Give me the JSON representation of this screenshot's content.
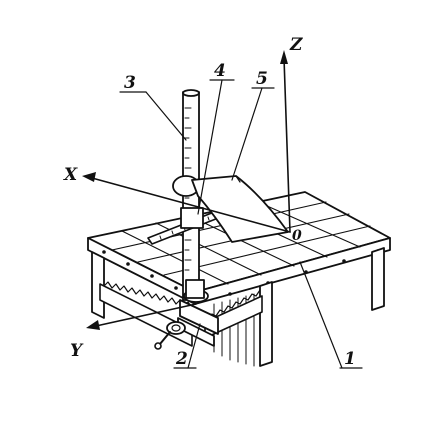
{
  "labels": {
    "part_1": "1",
    "part_2": "2",
    "part_3": "3",
    "part_4": "4",
    "part_5": "5",
    "axis_x": "X",
    "axis_y": "Y",
    "axis_z": "Z",
    "origin": "0"
  },
  "colors": {
    "ink": "#111111",
    "paper": "#ffffff"
  }
}
